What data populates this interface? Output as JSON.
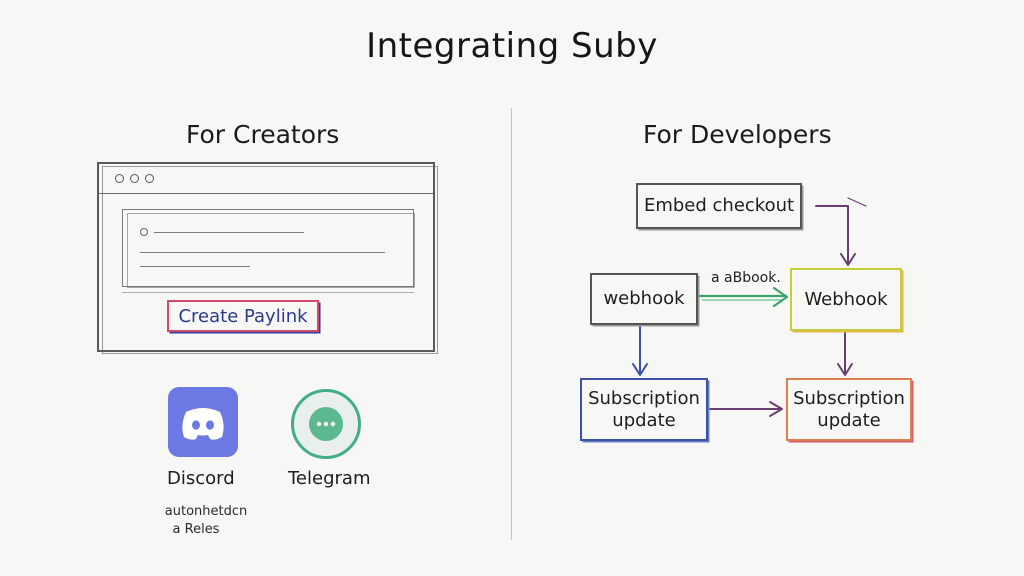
{
  "title": "Integrating Suby",
  "creators": {
    "heading": "For Creators",
    "create_paylink_label": "Create Paylink",
    "apps": [
      {
        "name": "Discord",
        "icon": "discord-icon",
        "color": "#6c78e4"
      },
      {
        "name": "Telegram",
        "icon": "telegram-icon",
        "color": "#43ad88"
      }
    ],
    "note_line1": "autonhetdcn",
    "note_line2": "a Reles"
  },
  "developers": {
    "heading": "For Developers",
    "nodes": {
      "embed_checkout": "Embed checkout",
      "webhook": "webhook",
      "webhook_2": "Webhook",
      "subscription_update_left_line1": "Subscription",
      "subscription_update_left_line2": "update",
      "subscription_update_right_line1": "Subscription",
      "subscription_update_right_line2": "update"
    },
    "edge_label": "a aBbook."
  },
  "colors": {
    "webhook_2_border": "#c7cc3b",
    "subscription_left_border": "#3b51a8",
    "subscription_right_border": "#d78050",
    "paylink_border": "#d14a6e",
    "green_arrow": "#3aa56a",
    "purple_arrow": "#6a3f6f"
  }
}
